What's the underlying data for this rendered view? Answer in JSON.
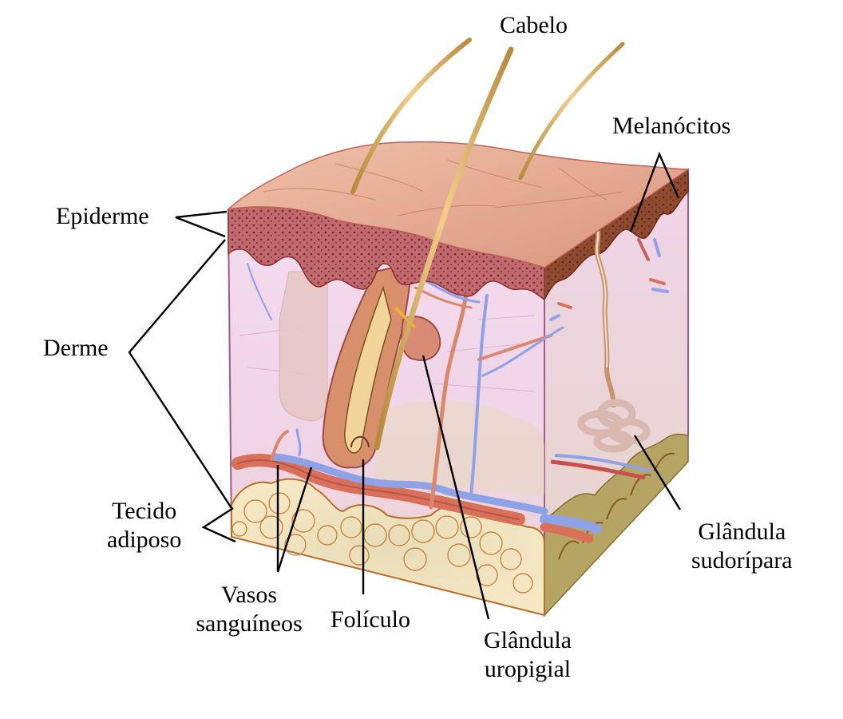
{
  "figure": {
    "subject": "Skin cross-section (three-dimensional block)",
    "language": "Portuguese",
    "colors": {
      "epidermis_surface": "#e3a88f",
      "epidermis_cut": "#b5606a",
      "epidermis_side": "#8e4a2e",
      "dermis": "#f1d6ea",
      "dermis_side": "#ecd3e6",
      "adipose": "#f1e0b5",
      "adipose_side": "#b5a564",
      "artery": "#d8705a",
      "vein": "#8fa2e8",
      "hair": "#d8b066",
      "leader_line": "#000000",
      "label_text": "#000000"
    }
  },
  "labels": {
    "cabelo": "Cabelo",
    "melanocitos": "Melanócitos",
    "epiderme": "Epiderme",
    "derme": "Derme",
    "tecido_adiposo": {
      "line1": "Tecido",
      "line2": "adiposo"
    },
    "vasos_sanguineos": {
      "line1": "Vasos",
      "line2": "sanguíneos"
    },
    "foliculo": "Folículo",
    "glandula_uropigial": {
      "line1": "Glândula",
      "line2": "uropigial"
    },
    "glandula_sudoripara": {
      "line1": "Glândula",
      "line2": "sudorípara"
    }
  }
}
